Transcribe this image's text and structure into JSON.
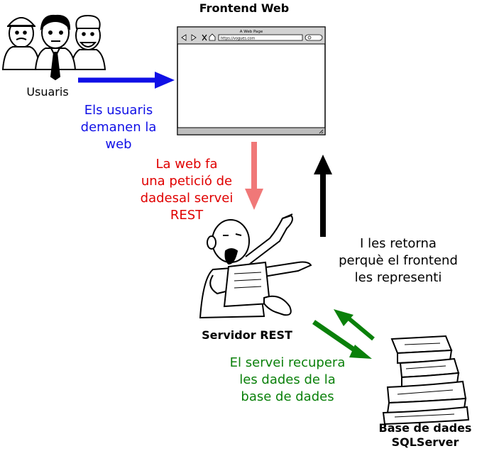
{
  "title_frontend": "Frontend Web",
  "browser": {
    "window_title": "A Web Page",
    "url": "https://vogues.com"
  },
  "label_users": "Usuaris",
  "label_server": "Servidor REST",
  "label_db_line1": "Base de dades",
  "label_db_line2": "SQLServer",
  "step_users": [
    "Els usuaris",
    "demanen la",
    "web"
  ],
  "step_request": [
    "La web fa",
    "una petició de",
    "dadesal servei",
    "REST"
  ],
  "step_response": [
    "I les retorna",
    "perquè el frontend",
    "les representi"
  ],
  "step_db": [
    "El servei recupera",
    "les dades de la",
    "base de dades"
  ],
  "colors": {
    "users_arrow": "#1010e6",
    "request_arrow": "#f07878",
    "response_arrow": "#000000",
    "db_arrow": "#0a800a",
    "request_text": "#e00000",
    "db_text": "#0a800a"
  },
  "icons": [
    "workers-icon",
    "browser-window-icon",
    "orator-icon",
    "books-icon"
  ]
}
